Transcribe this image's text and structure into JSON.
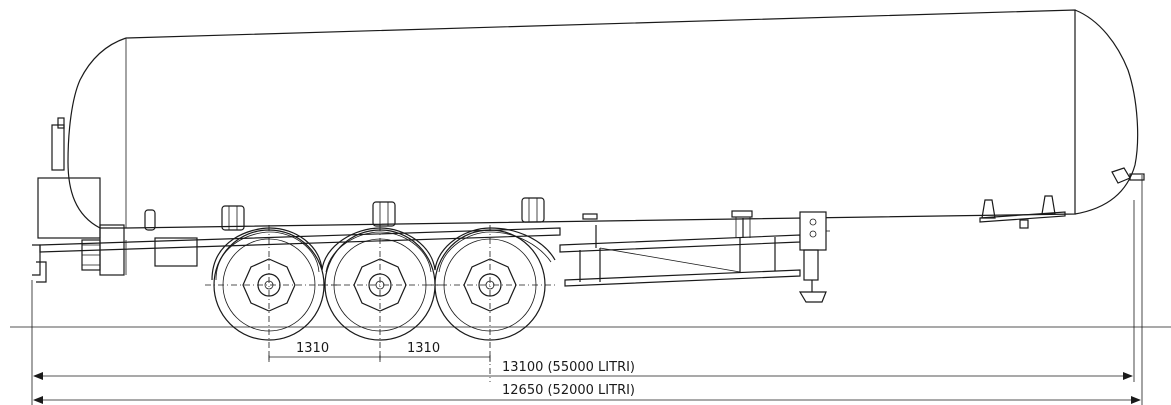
{
  "dimensions": {
    "axle_spacing_1": "1310",
    "axle_spacing_2": "1310",
    "length_55000": "13100 (55000 LITRI)",
    "length_52000": "12650 (52000 LITRI)"
  },
  "colors": {
    "line": "#1a1a1a",
    "background": "#ffffff"
  }
}
